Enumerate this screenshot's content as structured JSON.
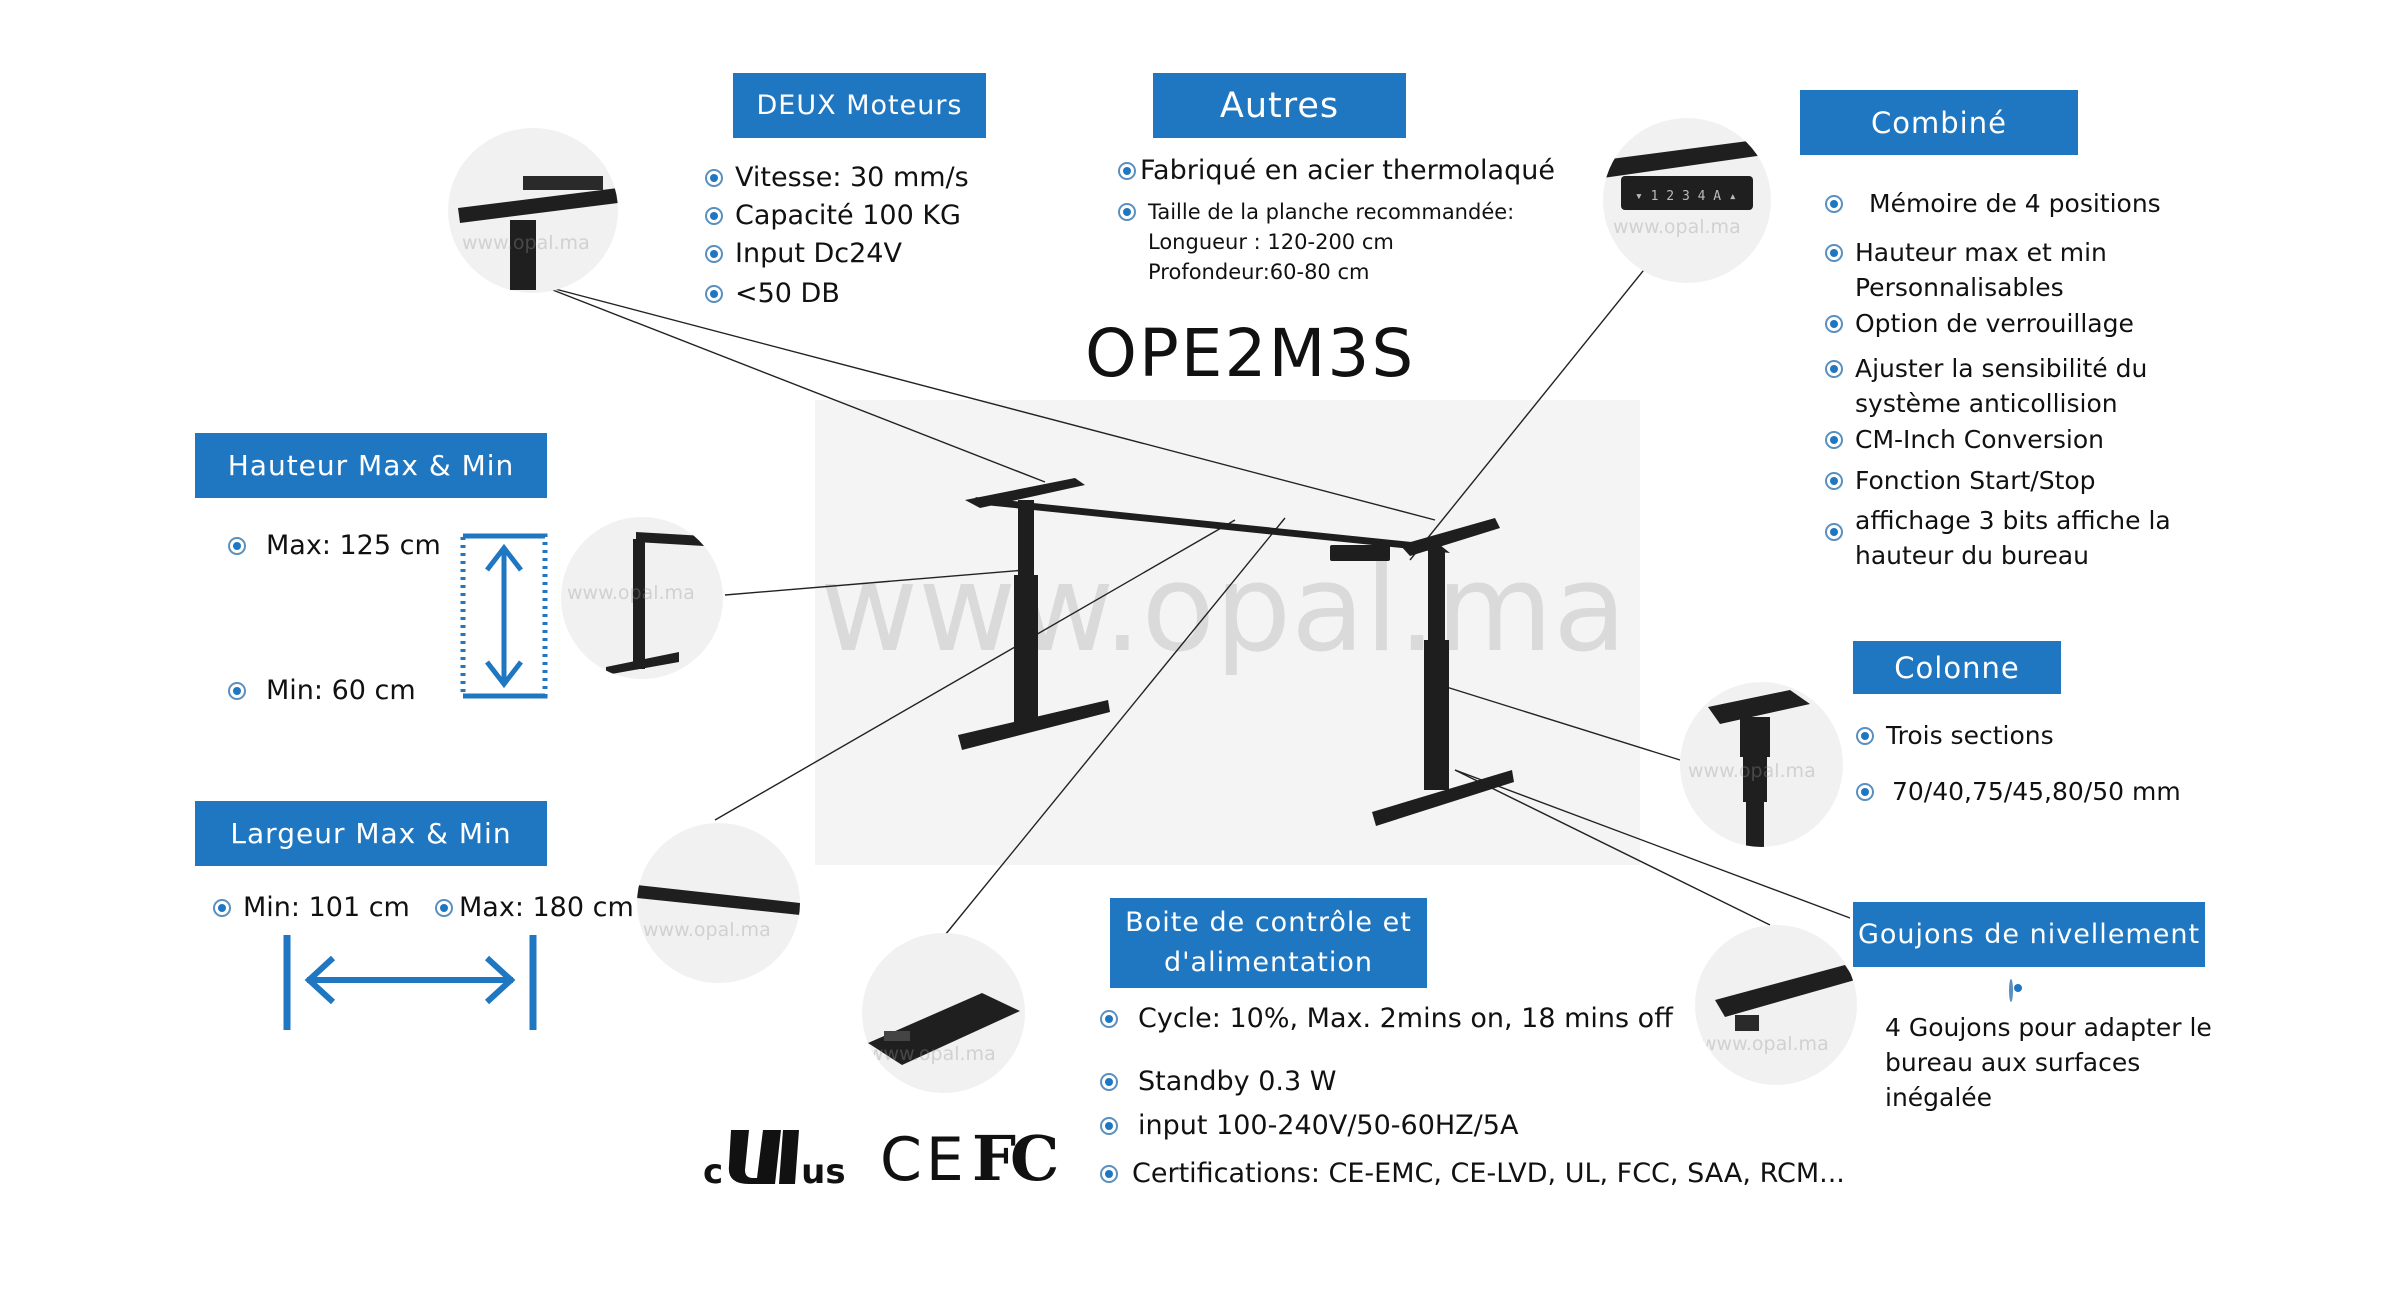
{
  "product": {
    "title": "OPE2M3S",
    "watermark": "www.opal.ma"
  },
  "moteurs": {
    "heading": "DEUX Moteurs",
    "items": [
      "Vitesse: 30 mm/s",
      "Capacité 100 KG",
      "Input Dc24V",
      "<50 DB"
    ]
  },
  "autres": {
    "heading": "Autres",
    "item1": "Fabriqué en acier thermolaqué",
    "item2_line1": "Taille de la planche recommandée:",
    "item2_line2": "Longueur : 120-200 cm",
    "item2_line3": "Profondeur:60-80 cm"
  },
  "combine": {
    "heading": "Combiné",
    "items": [
      "Mémoire de 4 positions",
      "Hauteur max et min Personnalisables",
      "Option de verrouillage",
      "Ajuster la sensibilité du système anticollision",
      "CM-Inch Conversion",
      "Fonction Start/Stop",
      "affichage 3 bits affiche la hauteur du bureau"
    ]
  },
  "hauteur": {
    "heading": "Hauteur Max & Min",
    "max": "Max: 125 cm",
    "min": "Min: 60 cm"
  },
  "largeur": {
    "heading": "Largeur Max & Min",
    "min": "Min: 101 cm",
    "max": "Max: 180 cm"
  },
  "colonne": {
    "heading": "Colonne",
    "items": [
      "Trois sections",
      "70/40,75/45,80/50 mm"
    ]
  },
  "boite": {
    "heading": "Boite de contrôle et d'alimentation",
    "items": [
      "Cycle: 10%, Max. 2mins on, 18 mins off",
      "Standby 0.3 W",
      "input 100-240V/50-60HZ/5A",
      "Certifications: CE-EMC, CE-LVD, UL, FCC, SAA, RCM..."
    ]
  },
  "goujons": {
    "heading": "Goujons de nivellement",
    "text": "4 Goujons pour adapter le bureau aux surfaces inégalée"
  },
  "certifications": {
    "ul_c": "c",
    "ul_us": "us",
    "ce": "CE",
    "fcc": "FC"
  },
  "colors": {
    "accent": "#1f77c2",
    "frame": "#1e1e1e"
  }
}
